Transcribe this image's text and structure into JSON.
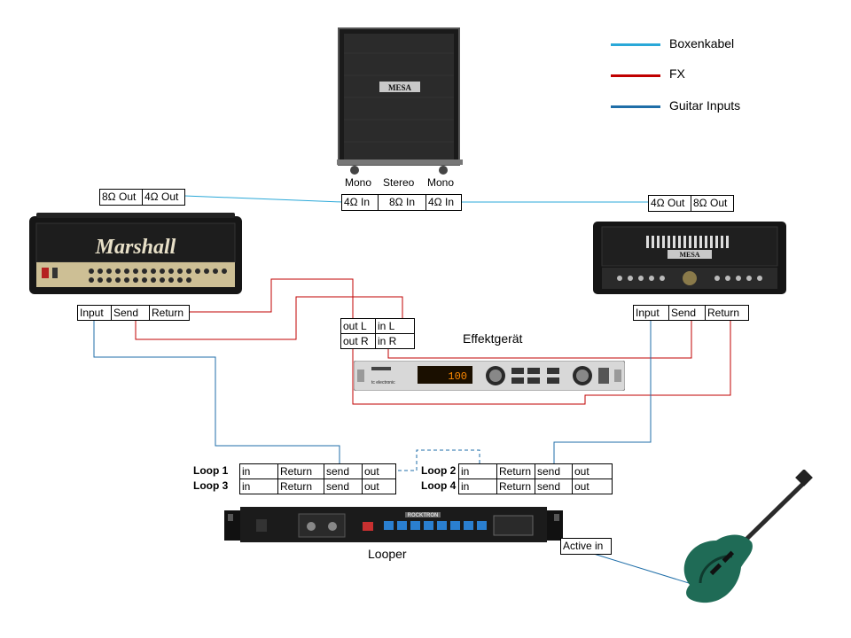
{
  "legend": {
    "items": [
      {
        "label": "Boxenkabel",
        "color": "#2aa8d8"
      },
      {
        "label": "FX",
        "color": "#c00000"
      },
      {
        "label": "Guitar Inputs",
        "color": "#1f6ea8"
      }
    ]
  },
  "cabinet": {
    "brand": "MESA",
    "modes": [
      "Mono",
      "Stereo",
      "Mono"
    ],
    "inputs": [
      "4Ω In",
      "8Ω In",
      "4Ω In"
    ]
  },
  "marshall": {
    "brand": "Marshall",
    "outputs": [
      "8Ω Out",
      "4Ω Out"
    ],
    "jacks": [
      "Input",
      "Send",
      "Return"
    ]
  },
  "mesa_head": {
    "brand": "MESA",
    "outputs": [
      "4Ω Out",
      "8Ω Out"
    ],
    "jacks": [
      "Input",
      "Send",
      "Return"
    ]
  },
  "effect": {
    "title": "Effektgerät",
    "ports": [
      [
        "out L",
        "in L"
      ],
      [
        "out R",
        "in R"
      ]
    ],
    "display_value": "100",
    "brand": "tc electronic"
  },
  "looper": {
    "title": "Looper",
    "brand": "ROCKTRON",
    "loops": [
      {
        "label": "Loop 1",
        "cells": [
          "in",
          "Return",
          "send",
          "out"
        ]
      },
      {
        "label": "Loop 3",
        "cells": [
          "in",
          "Return",
          "send",
          "out"
        ]
      },
      {
        "label": "Loop 2",
        "cells": [
          "in",
          "Return",
          "send",
          "out"
        ]
      },
      {
        "label": "Loop 4",
        "cells": [
          "in",
          "Return",
          "send",
          "out"
        ]
      }
    ],
    "active_in": "Active in"
  }
}
